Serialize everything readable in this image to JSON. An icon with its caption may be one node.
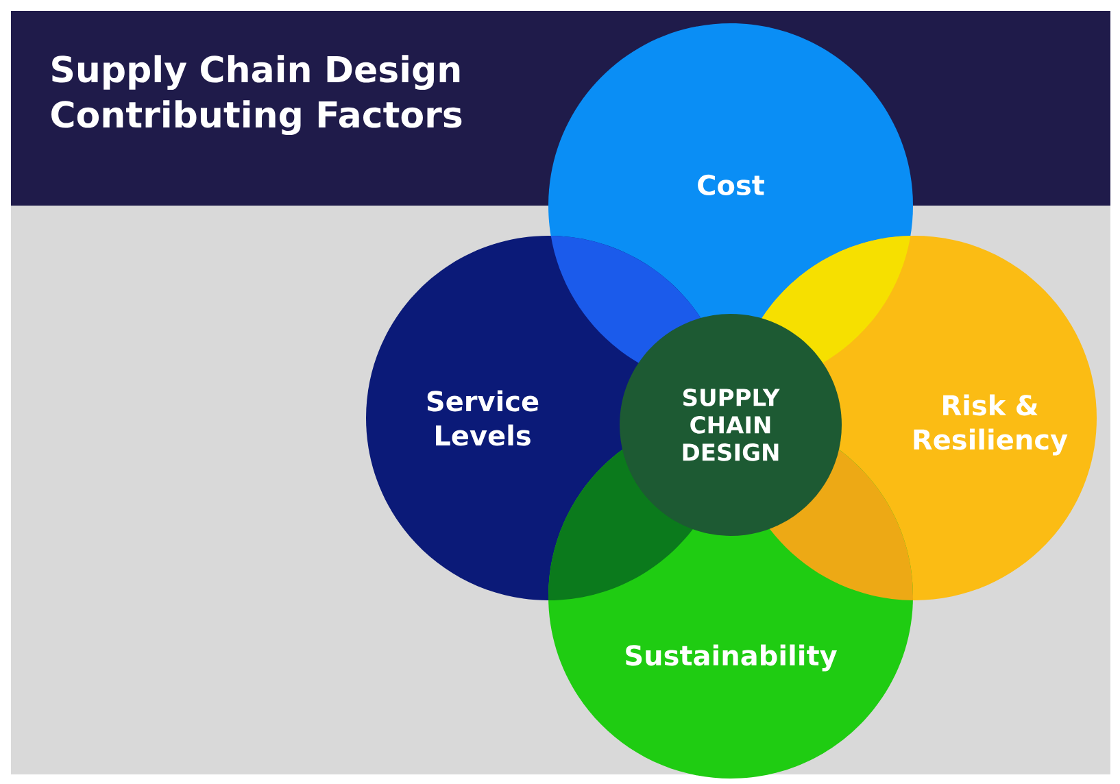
{
  "diagram": {
    "title": "Supply Chain Design Contributing Factors",
    "nodes": [
      {
        "text": [
          "Cost"
        ]
      },
      {
        "text": [
          "Service Levels"
        ]
      },
      {
        "text": [
          "SUPPLY CHAIN DESIGN"
        ]
      },
      {
        "text": [
          "Risk & Resiliency"
        ]
      },
      {
        "text": [
          "Sustainability"
        ]
      }
    ]
  }
}
